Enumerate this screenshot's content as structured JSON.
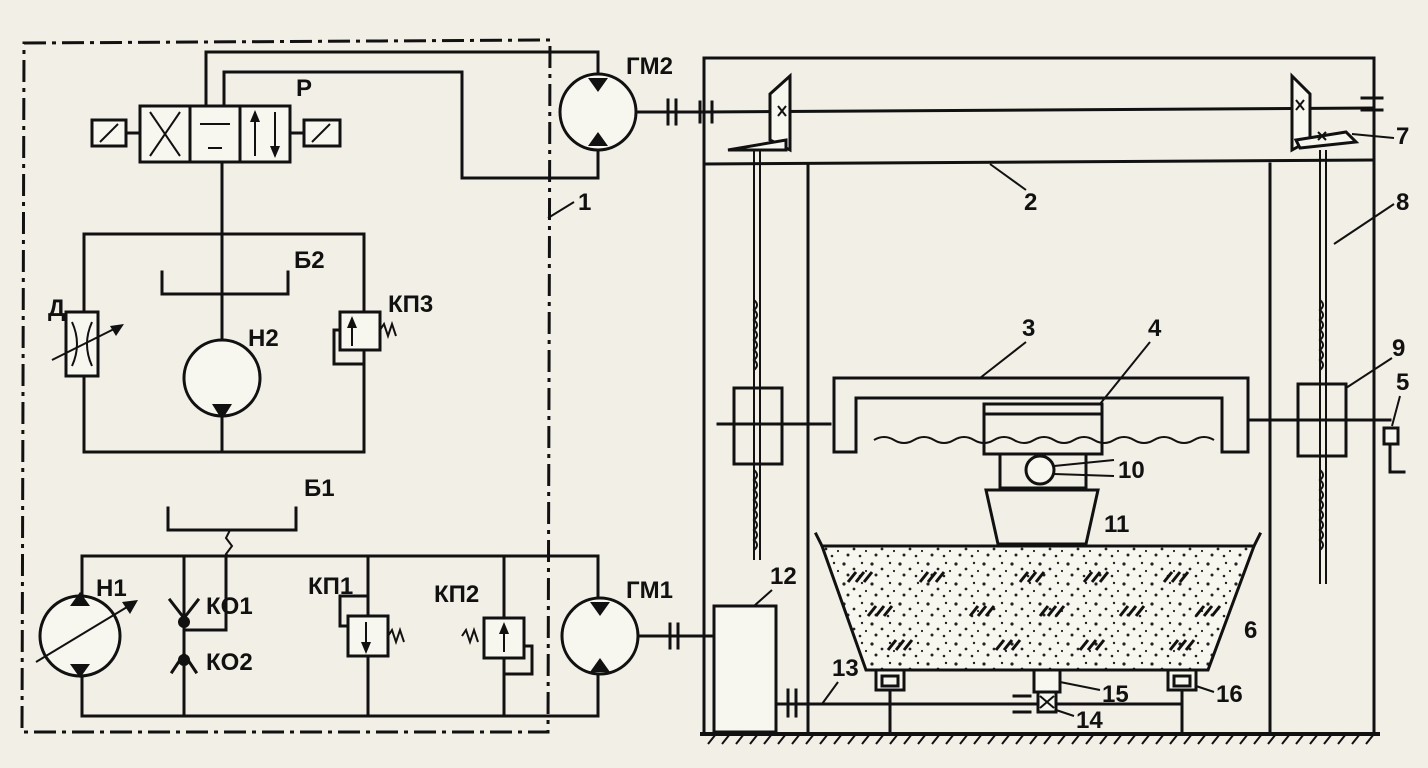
{
  "labels": {
    "P": "Р",
    "GM2": "ГМ2",
    "GM1": "ГМ1",
    "B2": "Б2",
    "B1": "Б1",
    "H2": "Н2",
    "H1": "Н1",
    "D": "Д",
    "KP3": "КП3",
    "KP1": "КП1",
    "KP2": "КП2",
    "KO1": "КО1",
    "KO2": "КО2",
    "n1": "1",
    "n2": "2",
    "n3": "3",
    "n4": "4",
    "n5": "5",
    "n6": "6",
    "n7": "7",
    "n8": "8",
    "n9": "9",
    "n10": "10",
    "n11": "11",
    "n12": "12",
    "n13": "13",
    "n14": "14",
    "n15": "15",
    "n16": "16"
  }
}
